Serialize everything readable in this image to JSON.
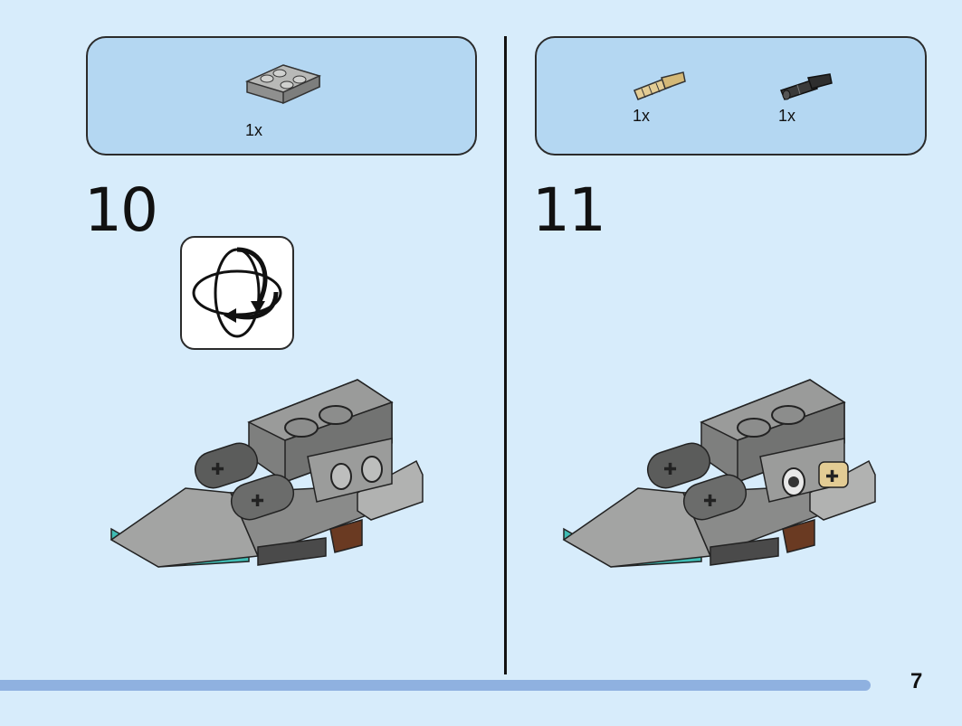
{
  "steps": [
    {
      "number": "10",
      "parts": [
        {
          "icon": "gray-inverted-slope-brick-icon",
          "quantity": "1x",
          "color": "#a9aaa8"
        }
      ],
      "rotate_indicator": "rotate-model-icon"
    },
    {
      "number": "11",
      "parts": [
        {
          "icon": "tan-axle-pin-icon",
          "quantity": "1x",
          "color": "#e3cc94"
        },
        {
          "icon": "black-friction-pin-icon",
          "quantity": "1x",
          "color": "#2e2e2e"
        }
      ]
    }
  ],
  "page": {
    "number": "7"
  },
  "colors": {
    "background": "#d7ecfb",
    "parts_box": "#b4d7f2",
    "bottom_bar": "#8fb1e0",
    "model_gray": "#9c9d9c",
    "model_teal": "#3fbcb4",
    "model_brown": "#6a3a22"
  }
}
